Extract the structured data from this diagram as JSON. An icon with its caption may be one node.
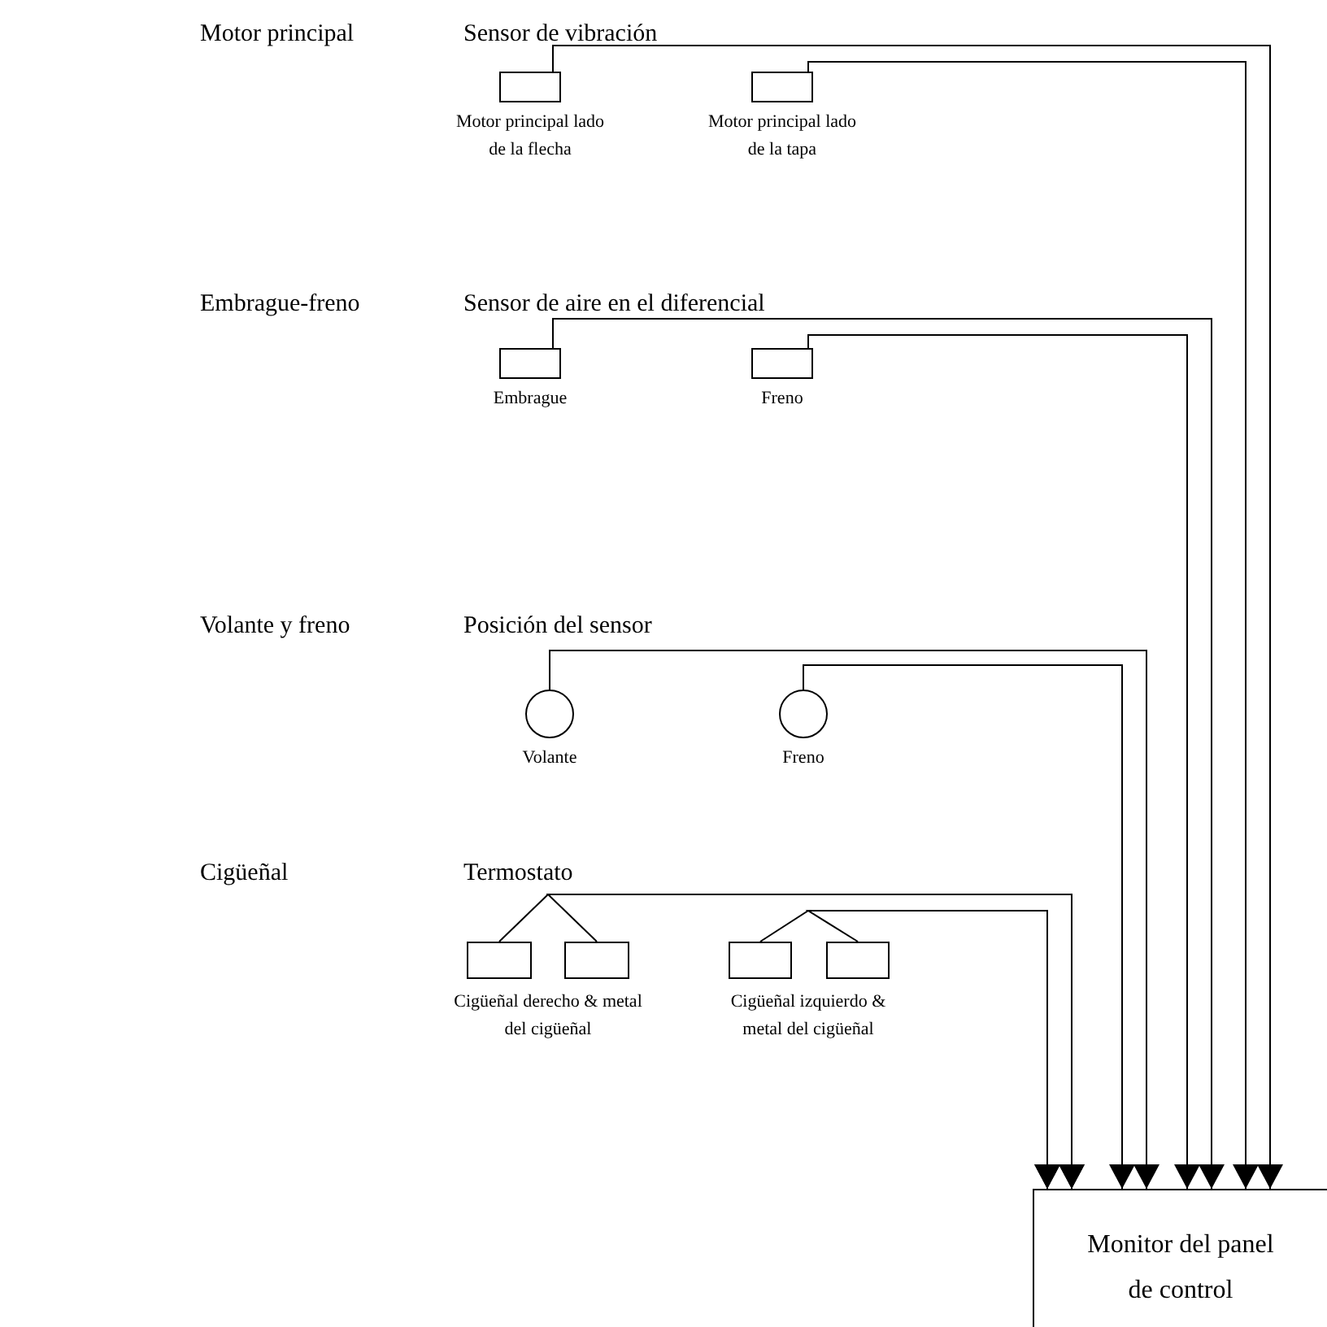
{
  "diagram": {
    "nodes": [
      {
        "text": [],
        "shape": "box",
        "beside": [
          "Motor principal lado de la flecha"
        ]
      },
      {
        "text": [],
        "shape": "box",
        "beside": [
          "Motor principal lado de la tapa"
        ]
      },
      {
        "text": [],
        "shape": "box",
        "beside": [
          "Embrague"
        ]
      },
      {
        "text": [],
        "shape": "box",
        "beside": [
          "Freno"
        ]
      },
      {
        "text": [],
        "shape": "circle",
        "beside": [
          "Volante"
        ]
      },
      {
        "text": [],
        "shape": "circle",
        "beside": [
          "Freno"
        ]
      },
      {
        "text": [],
        "shape": "box"
      },
      {
        "text": [],
        "shape": "box"
      },
      {
        "text": [],
        "shape": "box"
      },
      {
        "text": [],
        "shape": "box"
      },
      {
        "text": [
          "Monitor del panel de control"
        ]
      }
    ],
    "edges": [
      {
        "from": 0,
        "to": 10,
        "arrow": "to"
      },
      {
        "from": 1,
        "to": 10,
        "arrow": "to"
      },
      {
        "from": 2,
        "to": 10,
        "arrow": "to"
      },
      {
        "from": 3,
        "to": 10,
        "arrow": "to"
      },
      {
        "from": 4,
        "to": 10,
        "arrow": "to"
      },
      {
        "from": 5,
        "to": 10,
        "arrow": "to"
      },
      {
        "from": 6,
        "to": 10,
        "arrow": "to"
      },
      {
        "from": 7,
        "to": 10,
        "arrow": "to"
      },
      {
        "from": 8,
        "to": 10,
        "arrow": "to"
      },
      {
        "from": 9,
        "to": 10,
        "arrow": "to"
      }
    ],
    "labels": [
      "Motor principal",
      "Sensor de vibración",
      "Embrague-freno",
      "Sensor de aire en el diferencial",
      "Volante y freno",
      "Posición del sensor",
      "Cigüeñal",
      "Termostato",
      "Cigüeñal derecho & metal del cigüeñal",
      "Cigüeñal izquierdo & metal del cigüeñal"
    ]
  }
}
